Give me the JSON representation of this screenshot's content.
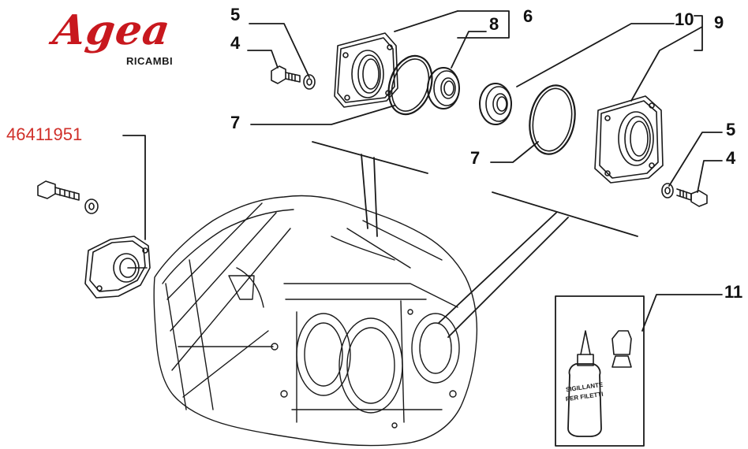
{
  "logo": {
    "brand": "Agea",
    "sub": "RICAMBI",
    "brand_color": "#c8181e"
  },
  "part_number": {
    "text": "46411951",
    "color": "#d0302a"
  },
  "callouts": {
    "c5_top": "5",
    "c4_top": "4",
    "c8": "8",
    "c6": "6",
    "c10": "10",
    "c9": "9",
    "c7_top": "7",
    "c7_mid": "7",
    "c5_right": "5",
    "c4_right": "4",
    "c11": "11"
  },
  "sealant_label": {
    "line1": "SIGILLANTE",
    "line2": "PER FILETTI"
  },
  "line_color": "#1a1a1a"
}
